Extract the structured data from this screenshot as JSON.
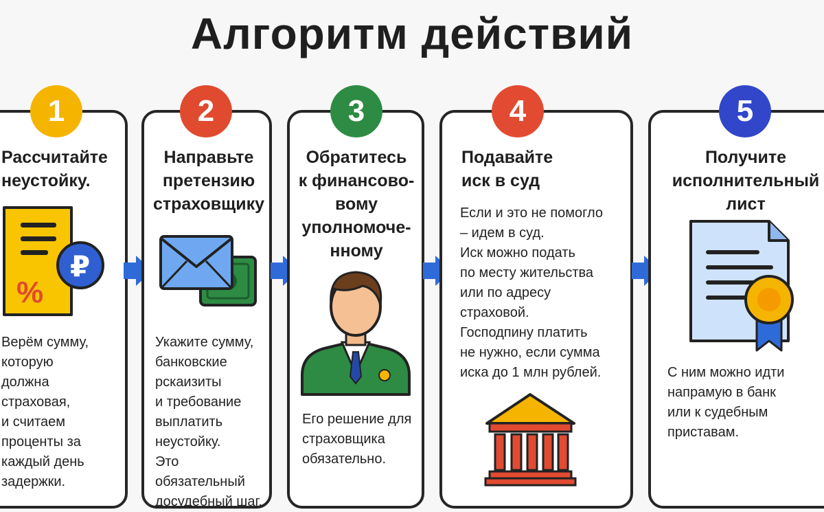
{
  "title": "Алгоритм действий",
  "colors": {
    "step1": "#f5b400",
    "step2": "#e04a2f",
    "step3": "#2e8b44",
    "step4": "#e24b32",
    "step5": "#3146c9",
    "arrow": "#2f6bd8"
  },
  "steps": [
    {
      "number": "1",
      "heading": "Рассчитайте\nнеустойку.",
      "icon": "receipt-ruble-icon",
      "body": "Верём сумму,\nкоторую\nдолжна\nстраховая,\nи считаем\nпроценты за\nкаждый день\nзадержки."
    },
    {
      "number": "2",
      "heading": "Направьте\nпретензию\nстраховщику",
      "icon": "envelope-money-icon",
      "body": "Укажите сумму,\nбанковские\nрскаизиты\nи требование\nвыплатить\nнеустойку.\nЭто обязательный\nдосудебный шаг."
    },
    {
      "number": "3",
      "heading": "Обратитесь\nк финансово-\nвому\nуполномоче-\nнному",
      "icon": "ombudsman-person-icon",
      "body": "Его решение для\nстраховщика\nобязательно."
    },
    {
      "number": "4",
      "heading": "Подавайте\nиск в суд",
      "icon": "courthouse-icon",
      "body": "Если и это не помогло\n– идем в суд.\nИск можно подать\nпо месту жительства\nили по адресу\nстраховой.\nГосподпину платить\nне нужно, если сумма\nиска до 1 млн рублей."
    },
    {
      "number": "5",
      "heading": "Получите\nисполнительный\nлист",
      "icon": "certificate-icon",
      "body": "С ним можно идти\nнапрамую в банк\nили к судебным\nприставам."
    }
  ]
}
